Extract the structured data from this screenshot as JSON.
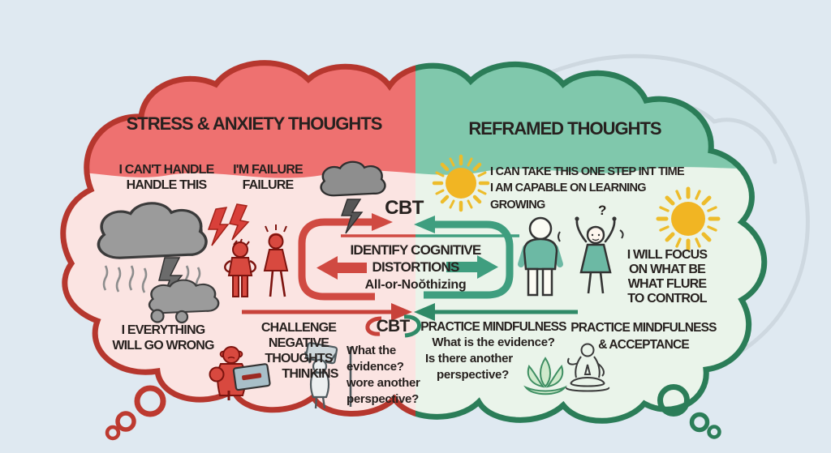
{
  "colors": {
    "background": "#dfe9f1",
    "left_band": "#ee7170",
    "left_fill": "#fbe4e2",
    "left_outline": "#b6372e",
    "right_band": "#80c8ac",
    "right_fill": "#eaf4ea",
    "right_outline": "#2b7d58",
    "red_arrow": "#d04a42",
    "green_arrow": "#3f9e7f",
    "sun_yellow": "#f0b826",
    "storm_gray": "#9b9b9b",
    "text": "#27211f"
  },
  "left": {
    "header": "STRESS & ANXIETY THOUGHTS",
    "thought1": [
      "I CAN'T HANDLE",
      "HANDLE THIS"
    ],
    "thought2": [
      "I'M FAILURE",
      "FAILURE"
    ],
    "thought3": [
      "I EVERYTHING",
      "WILL GO WRONG"
    ],
    "challenge": [
      "CHALLENGE NEGATIVE",
      "THOUGHTS",
      "THINKINS"
    ],
    "cbt_label": "CBT",
    "questions": [
      "What the evidence?",
      "wore another",
      "perspective?"
    ]
  },
  "center": {
    "cbt_label": "CBT",
    "box": [
      "IDENTIFY COGNITIVE",
      "DISTORTIONS",
      "All-or-Noŏthizing"
    ]
  },
  "right": {
    "header": "REFRAMED THOUGHTS",
    "thought1": [
      "I CAN TAKE THIS ONE STEP INT TIME",
      "I AM CAPABLE ON LEARNING",
      "GROWING"
    ],
    "question_mark": "?",
    "focus": [
      "I WILL FOCUS",
      "ON WHAT BE",
      "WHAT FLURE",
      "TO CONTROL"
    ],
    "mindfulness1": [
      "PRACTICE MINDFULNESS",
      "What is the evidence?",
      "Is there another",
      "perspective?"
    ],
    "mindfulness2": [
      "PRACTICE MINDFULNESS",
      "& ACCEPTANCE"
    ]
  },
  "icons": {
    "background": [
      "brain-outline"
    ],
    "left": [
      "storm-cloud-rain",
      "lightning-bolt-red",
      "angry-man",
      "stressed-woman",
      "storm-cloud-dark",
      "worried-person-tablet",
      "person-holding-sign",
      "thought-bubble-trail-red"
    ],
    "right": [
      "sun",
      "calm-man",
      "cheerful-woman",
      "lotus-flower",
      "meditating-person",
      "thought-bubble-trail-green"
    ],
    "center": [
      "cbt-cycle-arrows"
    ]
  }
}
